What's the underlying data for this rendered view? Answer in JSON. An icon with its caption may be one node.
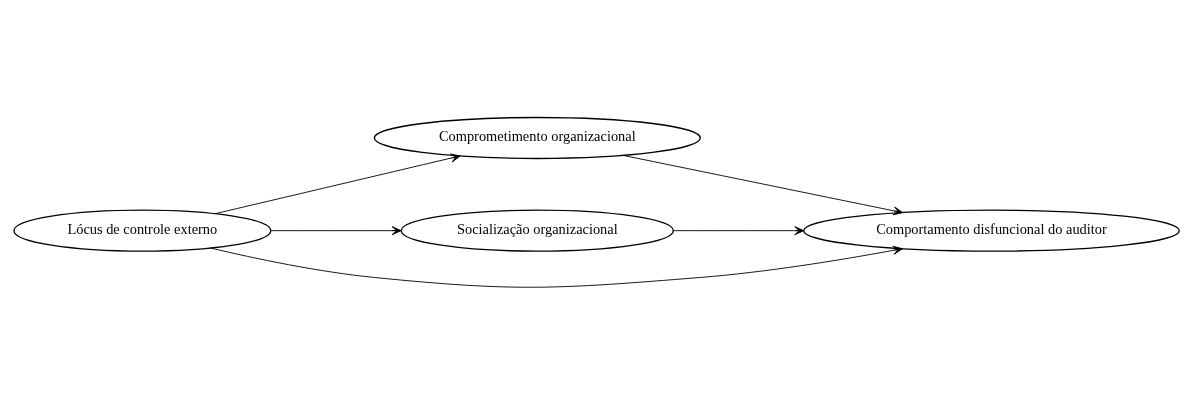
{
  "diagram": {
    "nodes": [
      {
        "text": [
          "Lócus de controle externo"
        ]
      },
      {
        "text": [
          "Comprometimento organizacional"
        ]
      },
      {
        "text": [
          "Socialização organizacional"
        ]
      },
      {
        "text": [
          "Comportamento disfuncional do auditor"
        ]
      }
    ],
    "edges": [
      {
        "from": 0,
        "to": 1,
        "arrow": "to"
      },
      {
        "from": 1,
        "to": 3,
        "arrow": "to"
      },
      {
        "from": 0,
        "to": 3,
        "arrow": "to"
      },
      {
        "from": 0,
        "to": 2,
        "arrow": "to"
      },
      {
        "from": 2,
        "to": 3,
        "arrow": "to"
      }
    ]
  }
}
